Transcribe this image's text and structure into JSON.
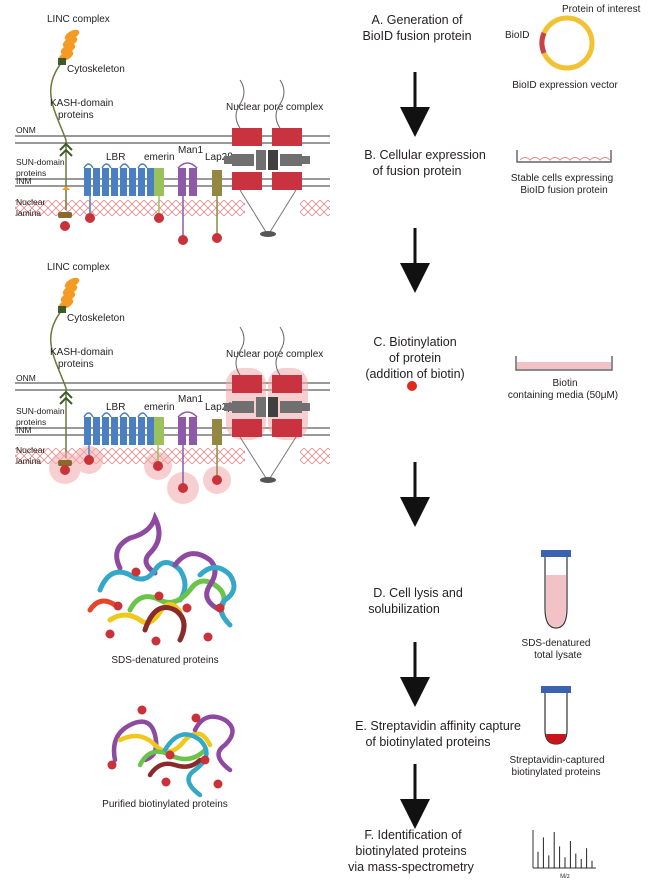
{
  "steps": {
    "a": {
      "line1": "A. Generation of",
      "line2": "BioID fusion protein"
    },
    "b": {
      "line1": "B. Cellular expression",
      "line2": "of fusion protein"
    },
    "c": {
      "line1": "C. Biotinylation",
      "line2": "of protein",
      "line3": "(addition of biotin)"
    },
    "d": {
      "line1": "D. Cell lysis and",
      "line2": "solubilization"
    },
    "e": {
      "line1": "E. Streptavidin affinity capture",
      "line2": "of biotinylated proteins"
    },
    "f": {
      "line1": "F. Identification of",
      "line2": "biotinylated proteins",
      "line3": "via mass-spectrometry"
    }
  },
  "vector": {
    "protein_label": "Protein of interest",
    "bioid_label": "BioID",
    "caption": "BioID expression vector"
  },
  "cells": {
    "line1": "Stable cells expressing",
    "line2": "BioID fusion protein"
  },
  "media": {
    "line1": "Biotin",
    "line2": "containing media (50μM)"
  },
  "lysate": {
    "line1": "SDS-denatured",
    "line2": "total lysate"
  },
  "captured": {
    "line1": "Streptavidin-captured",
    "line2": "biotinylated proteins"
  },
  "spectrum": {
    "axis_label": "M/z",
    "peaks": [
      0.45,
      0.85,
      0.35,
      1.0,
      0.6,
      0.3,
      0.75,
      0.4,
      0.25,
      0.55,
      0.2
    ]
  },
  "proteins": {
    "denatured_caption": "SDS-denatured proteins",
    "purified_caption": "Purified biotinylated proteins"
  },
  "membrane": {
    "linc": "LINC complex",
    "cytoskeleton": "Cytoskeleton",
    "kash1": "KASH-domain",
    "kash2": "proteins",
    "onm": "ONM",
    "inm": "INM",
    "sun1": "SUN-domain",
    "sun2": "proteins",
    "lamina1": "Nuclear",
    "lamina2": "lamina",
    "lbr": "LBR",
    "emerin": "emerin",
    "man1": "Man1",
    "lap2": "Lap2β",
    "npc": "Nuclear pore complex"
  },
  "colors": {
    "lbr": "#4a7fc1",
    "emerin": "#9bc25a",
    "man1": "#8e5aa8",
    "lap2": "#948743",
    "npc": "#c8333f",
    "npc_gray": "#707070",
    "kash": "#f59a23",
    "biotin": "#c93238",
    "halo": "#f4a9ac",
    "tube_fill": "#f3c2c6",
    "tube_cap": "#3a62b0"
  }
}
